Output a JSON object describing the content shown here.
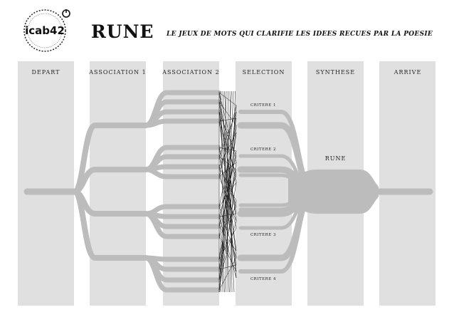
{
  "header": {
    "logo_text": "icab42",
    "title": "RUNE",
    "subtitle": "LE JEUX DE MOTS QUI CLARIFIE LES IDEES RECUES PAR LA POESIE"
  },
  "columns": [
    {
      "label": "DEPART"
    },
    {
      "label": "ASSOCIATION 1"
    },
    {
      "label": "ASSOCIATION 2"
    },
    {
      "label": "SELECTION"
    },
    {
      "label": "SYNTHESE"
    },
    {
      "label": "ARRIVE"
    }
  ],
  "criteria": [
    "CRITERE 1",
    "CRITERE 2",
    "CRITERE 3",
    "CRITERE 4"
  ],
  "synthesis_label": "RUNE",
  "colors": {
    "column_bg": "#e0e0e0",
    "flow": "#bcbcbc",
    "lines": "#111111"
  }
}
